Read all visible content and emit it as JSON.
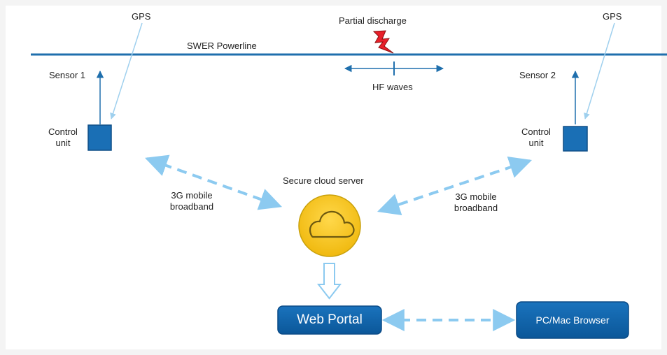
{
  "labels": {
    "gps_left": "GPS",
    "gps_right": "GPS",
    "partial_discharge": "Partial discharge",
    "powerline": "SWER Powerline",
    "sensor1": "Sensor 1",
    "sensor2": "Sensor 2",
    "hf_waves": "HF waves",
    "control_unit_left_line1": "Control",
    "control_unit_left_line2": "unit",
    "control_unit_right_line1": "Control",
    "control_unit_right_line2": "unit",
    "cloud_server": "Secure cloud server",
    "mobile_left_line1": "3G mobile",
    "mobile_left_line2": "broadband",
    "mobile_right_line1": "3G mobile",
    "mobile_right_line2": "broadband",
    "web_portal": "Web Portal",
    "browser": "PC/Mac  Browser"
  },
  "colors": {
    "powerline": "#1f6fad",
    "sensor_arrow": "#1f6fad",
    "gps_line": "#9fd0ee",
    "control_unit_fill": "#1a6fb5",
    "control_unit_stroke": "#0f4f86",
    "dashed_link": "#8ccaf0",
    "cloud_fill": "#f5c518",
    "cloud_stroke": "#d4a40a",
    "portal_fill": "#0d63ad",
    "portal_stroke": "#0a4a86",
    "lightning": "#e8202a",
    "text": "#222222"
  },
  "icons": {
    "lightning": "lightning-bolt-icon",
    "cloud": "cloud-icon"
  }
}
